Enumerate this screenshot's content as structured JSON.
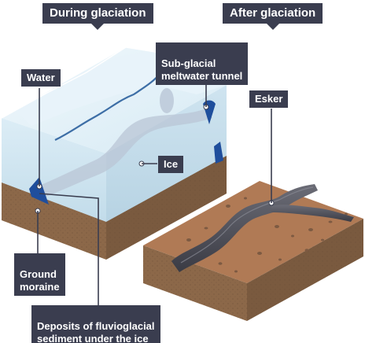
{
  "titles": {
    "during": "During glaciation",
    "after": "After glaciation"
  },
  "labels": {
    "water": "Water",
    "tunnel": "Sub-glacial\nmeltwater tunnel",
    "ice": "Ice",
    "esker": "Esker",
    "ground_moraine": "Ground\nmoraine",
    "deposits": "Deposits of fluvioglacial\nsediment under the ice"
  },
  "colors": {
    "label_bg": "#3a3d4f",
    "ice_light": "#e3f1f8",
    "ice_mid": "#cfe5f1",
    "water_blue": "#1f4e9c",
    "soil_top": "#b07a55",
    "soil_side": "#8c6849",
    "esker_dark": "#4a4b55"
  }
}
